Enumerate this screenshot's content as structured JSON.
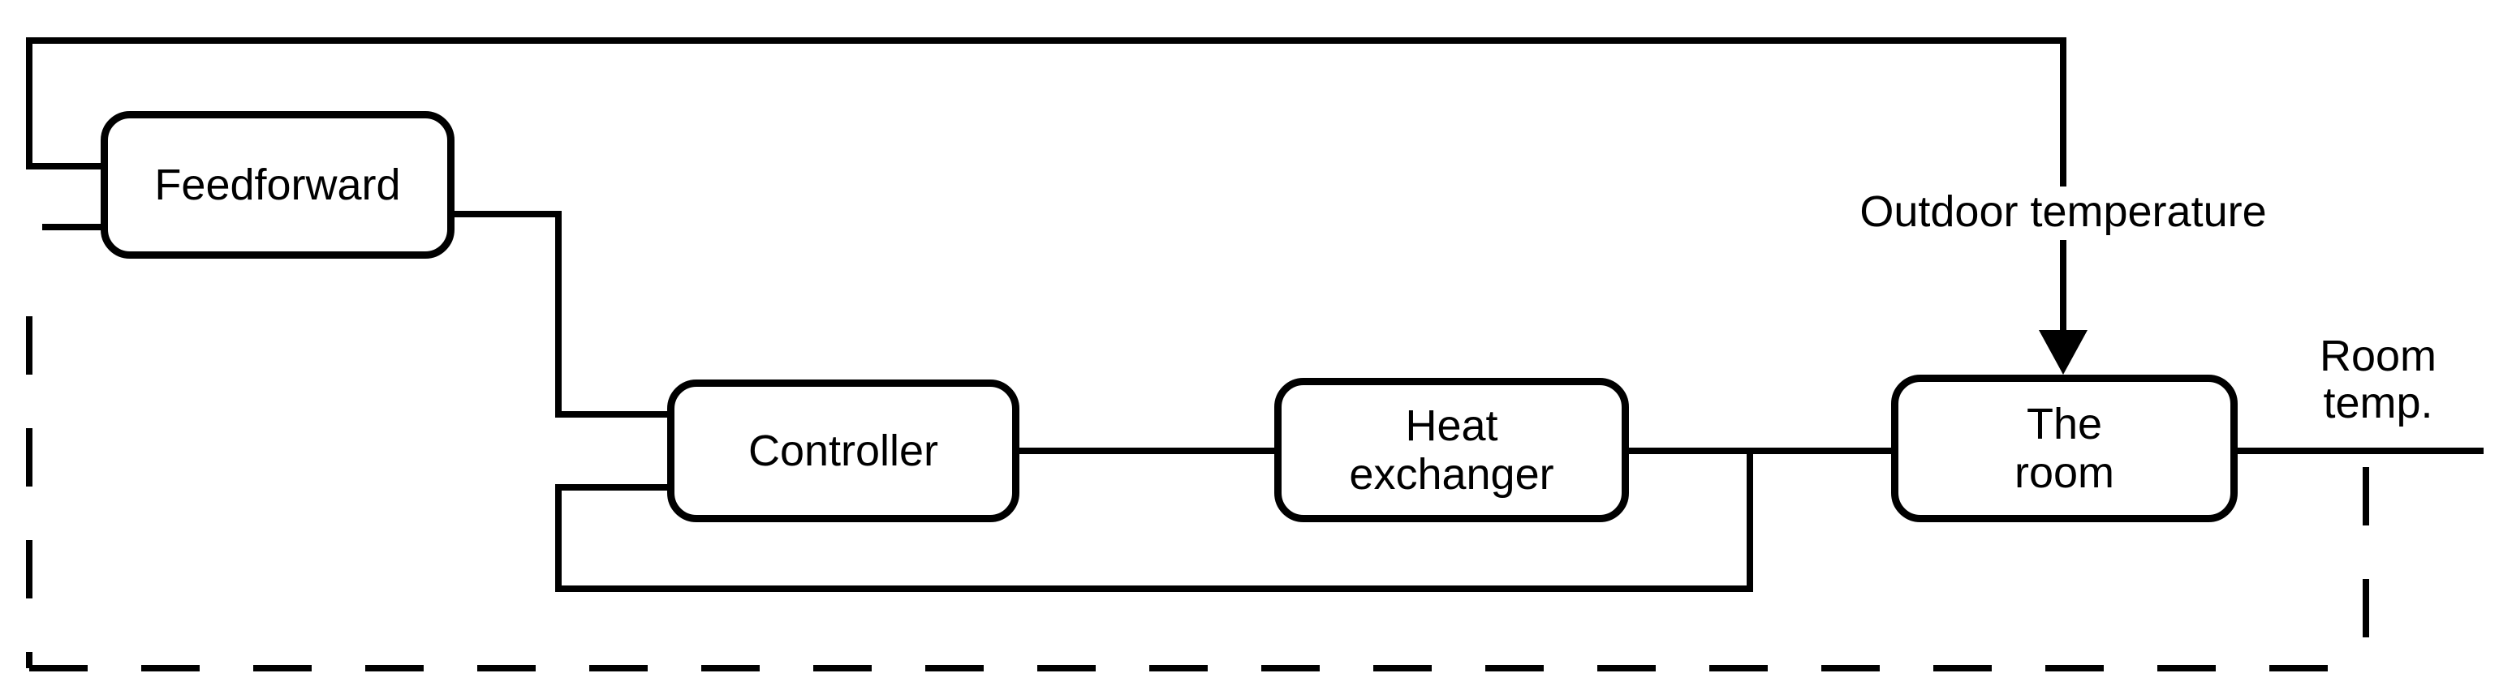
{
  "diagram": {
    "colors": {
      "ink": "#000000",
      "background": "#ffffff"
    },
    "blocks": {
      "feedforward": {
        "label": "Feedforward"
      },
      "controller": {
        "label": "Controller"
      },
      "heat_exchanger": {
        "label": "Heat\nexchanger"
      },
      "the_room": {
        "label": "The\nroom"
      }
    },
    "labels": {
      "outdoor_temperature": "Outdoor temperature",
      "room_temperature": "Room\ntemp."
    }
  }
}
